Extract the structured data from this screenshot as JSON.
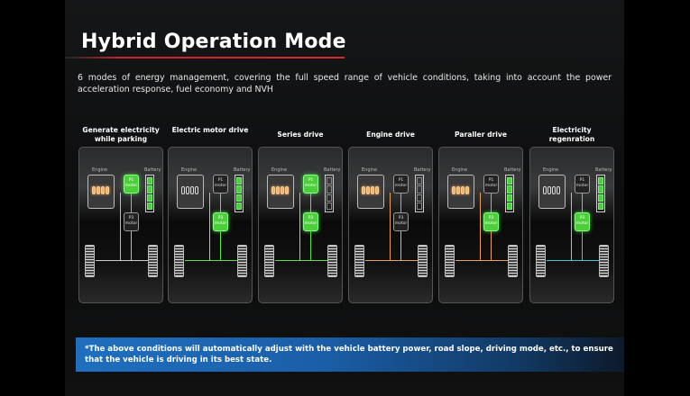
{
  "header": {
    "title": "Hybrid Operation Mode",
    "description": "6 modes of energy management, covering the full speed range of vehicle conditions, taking into account the power acceleration response, fuel economy and NVH"
  },
  "diagram_labels": {
    "engine": "Engine",
    "battery": "Battery",
    "p1": "P1 motor",
    "p3": "P3 motor"
  },
  "modes": [
    {
      "title": "Generate electricity while parking",
      "engine_on": true,
      "p1_on": true,
      "p3_on": false,
      "battery_on": true,
      "line_color": "#cccccc"
    },
    {
      "title": "Electric motor drive",
      "engine_on": false,
      "p1_on": false,
      "p3_on": true,
      "battery_on": true,
      "line_color": "#5fe04a"
    },
    {
      "title": "Series drive",
      "engine_on": true,
      "p1_on": true,
      "p3_on": true,
      "battery_on": false,
      "line_color": "#5fe04a"
    },
    {
      "title": "Engine drive",
      "engine_on": true,
      "p1_on": false,
      "p3_on": false,
      "battery_on": false,
      "line_color": "#e8a060"
    },
    {
      "title": "Paraller drive",
      "engine_on": true,
      "p1_on": false,
      "p3_on": true,
      "battery_on": true,
      "line_color": "#e8a060"
    },
    {
      "title": "Electricity regenration",
      "engine_on": false,
      "p1_on": false,
      "p3_on": true,
      "battery_on": true,
      "line_color": "#3cc8d8"
    }
  ],
  "footer": {
    "note": "*The above conditions will automatically adjust with the vehicle battery power, road slope, driving mode, etc., to ensure that the vehicle is driving in its best state."
  },
  "colors": {
    "accent_red": "#d8282d",
    "banner_blue": "#1f6fbf",
    "active_green": "#4ccf3a"
  }
}
